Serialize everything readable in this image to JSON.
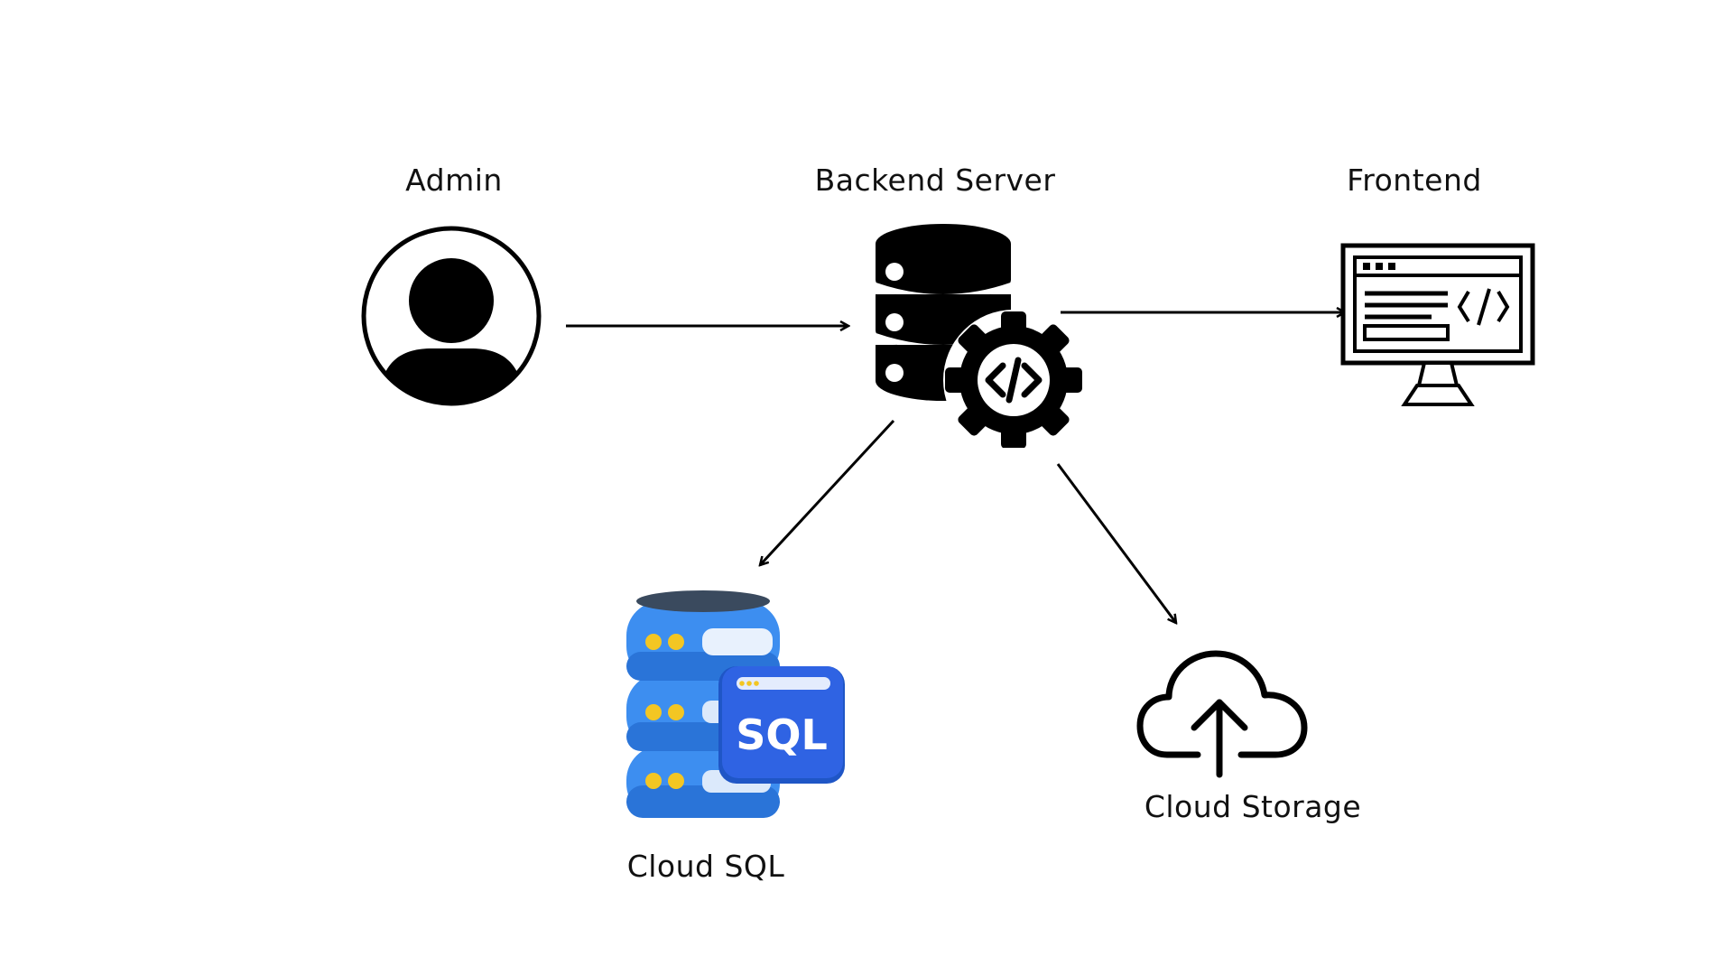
{
  "nodes": {
    "admin": {
      "label": "Admin",
      "icon": "user-avatar-icon"
    },
    "backend": {
      "label": "Backend Server",
      "icon": "database-gear-code-icon"
    },
    "frontend": {
      "label": "Frontend",
      "icon": "monitor-code-icon"
    },
    "cloud_sql": {
      "label": "Cloud SQL",
      "icon": "sql-database-icon",
      "badge_text": "SQL"
    },
    "cloud_storage": {
      "label": "Cloud Storage",
      "icon": "cloud-upload-icon"
    }
  },
  "edges": [
    {
      "from": "Admin",
      "to": "Backend Server"
    },
    {
      "from": "Backend Server",
      "to": "Frontend"
    },
    {
      "from": "Backend Server",
      "to": "Cloud SQL"
    },
    {
      "from": "Backend Server",
      "to": "Cloud Storage"
    }
  ],
  "colors": {
    "background": "#ffffff",
    "ink": "#000000",
    "sql_blue": "#3d8ef0",
    "sql_blue_dark": "#1f63c9",
    "sql_panel": "#2f5fe0",
    "sql_dot": "#f3c623"
  }
}
